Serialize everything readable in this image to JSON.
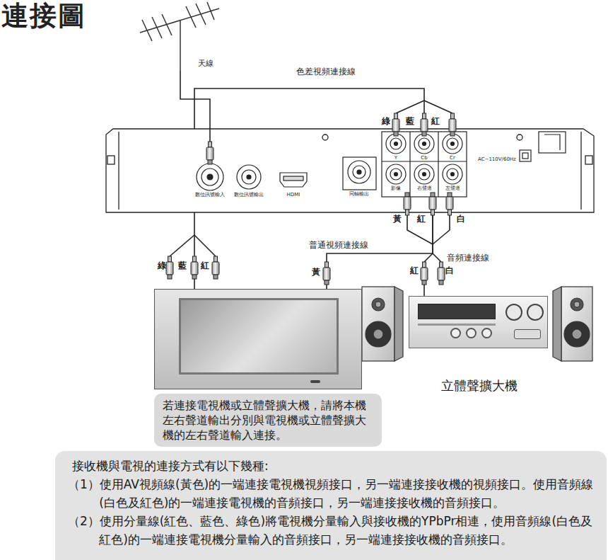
{
  "diagram": {
    "title": "連接圖",
    "nodes": [
      {
        "text": [
          "天線"
        ]
      },
      {
        "text": [
          "Y",
          "Cb",
          "Cr",
          "數位訊號輸入",
          "數位訊號輸出",
          "HDMI",
          "同軸輸出",
          "影像",
          "右聲道",
          "左聲道",
          "AC~110V/60Hz"
        ]
      },
      {
        "text": [
          "綠",
          "藍",
          "紅"
        ]
      },
      {
        "text": [
          "立體聲擴大機"
        ]
      },
      {
        "text": [
          "若連接電視機或立體聲擴大機，請將本機左右聲道輸出分別與電視機或立體聲擴大機的左右聲道輸入連接。"
        ]
      },
      {
        "text": [
          "接收機與電視的連接方式有以下幾種:",
          "（1）使用AV視頻線(黃色)的一端連接電視機視頻接口，另一端連接接收機的視頻接口。使用音頻線(白色及紅色)的一端連接電視機的音頻接口，另一端連接接收機的音頻接口。",
          "（2）使用分量線(紅色、藍色、綠色)將電視機分量輸入與接收機的YPbPr相連，使用音頻線(白色及紅色)的一端連接電視機分量輸入的音頻接口，另一端連接接收機的音頻接口。"
        ]
      }
    ],
    "edges": [
      {
        "from": 0,
        "to": 1,
        "arrow": "none"
      },
      {
        "from": 1,
        "to": 2,
        "label": "色差視頻連接線",
        "arrow": "none"
      },
      {
        "from": 1,
        "to": 2,
        "label": "普通視頻連接線",
        "arrow": "none"
      },
      {
        "from": 1,
        "to": 3,
        "label": "音頻連接線",
        "arrow": "none"
      }
    ],
    "labels": [
      "綠",
      "藍",
      "紅",
      "黃",
      "紅",
      "白",
      "黃",
      "紅",
      "白"
    ]
  }
}
